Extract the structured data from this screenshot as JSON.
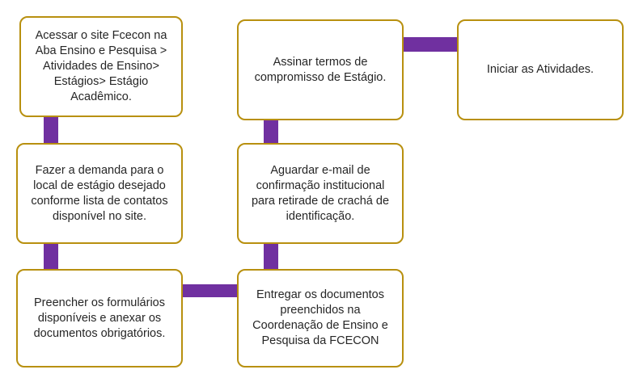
{
  "flow": {
    "steps": [
      "Acessar o site Fcecon na Aba Ensino e Pesquisa > Atividades de Ensino> Estágios> Estágio Acadêmico.",
      "Fazer a demanda para o local de estágio desejado conforme lista de contatos disponível no site.",
      "Preencher os formulários disponíveis e anexar os documentos obrigatórios.",
      "Entregar os documentos preenchidos  na Coordenação de Ensino e Pesquisa da FCECON",
      "Aguardar e-mail de confirmação institucional para retirade de crachá de identificação.",
      "Assinar termos de compromisso de Estágio.",
      "Iniciar as Atividades."
    ]
  },
  "colors": {
    "box_border": "#b8900f",
    "connector": "#7030a0",
    "text": "#262626"
  }
}
